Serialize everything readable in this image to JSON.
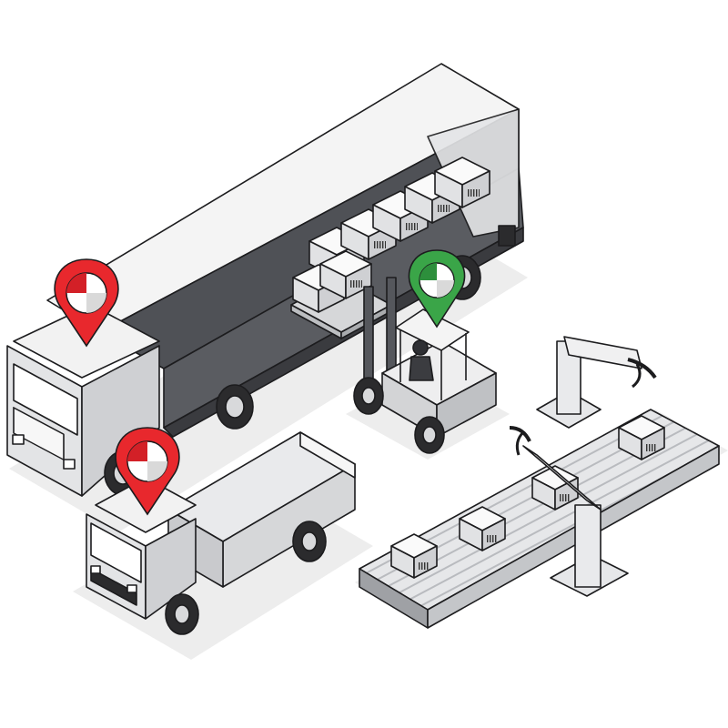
{
  "scene": {
    "description_free": true,
    "colors": {
      "background": "#ffffff",
      "outline": "#1c1c1e",
      "panel_light": "#f2f2f2",
      "panel_mid": "#d9dadc",
      "panel_shadow": "#bfc1c4",
      "trailer_interior": "#55575c",
      "tire": "#2b2b2d",
      "pin_red": "#e8282d",
      "pin_green": "#3aa548",
      "ground_shadow": "#ececec"
    },
    "markers": [
      {
        "name": "semi-truck-location-pin",
        "status_color": "#e8282d"
      },
      {
        "name": "forklift-location-pin",
        "status_color": "#3aa548"
      },
      {
        "name": "flatbed-truck-location-pin",
        "status_color": "#e8282d"
      }
    ],
    "icons": [
      "location-pin-icon",
      "barcode-icon",
      "wheel-icon"
    ]
  }
}
